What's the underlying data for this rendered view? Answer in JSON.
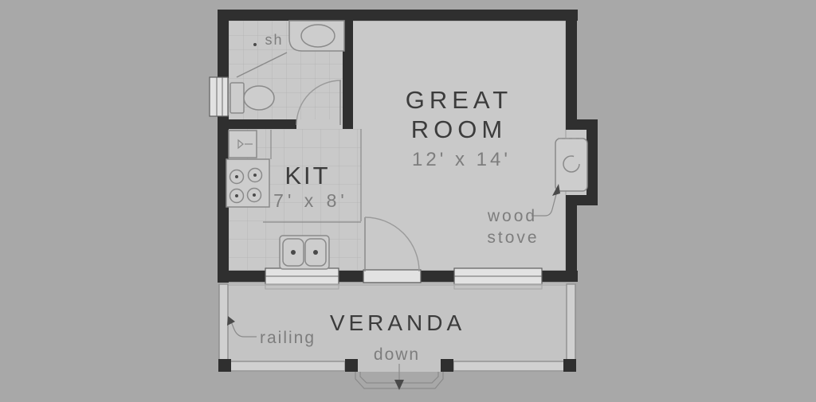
{
  "colors": {
    "background": "#a8a8a8",
    "floor": "#c9c9c9",
    "veranda_floor": "#c4c4c4",
    "wall": "#2f2f2f",
    "line": "#8a8a8a",
    "arc": "#9a9a9a",
    "grid": "#b6b6b6",
    "inner_edge": "#9e9e9e",
    "fixture_fill": "#cdcdcd",
    "window_fill": "#e2e2e2",
    "rail_fill": "#d0d0d0",
    "arrow": "#4a4a4a",
    "text_dark": "#3c3c3c",
    "text_gray": "#7d7d7d"
  },
  "plan": {
    "bathroom": {
      "shower_label": "sh"
    },
    "kitchen": {
      "name": "KIT",
      "dims": "7' x 8'"
    },
    "great_room": {
      "line1": "GREAT",
      "line2": "ROOM",
      "dims": "12' x 14'"
    },
    "wood_stove": {
      "line1": "wood",
      "line2": "stove"
    },
    "veranda": {
      "name": "VERANDA",
      "down": "down",
      "railing": "railing"
    }
  }
}
